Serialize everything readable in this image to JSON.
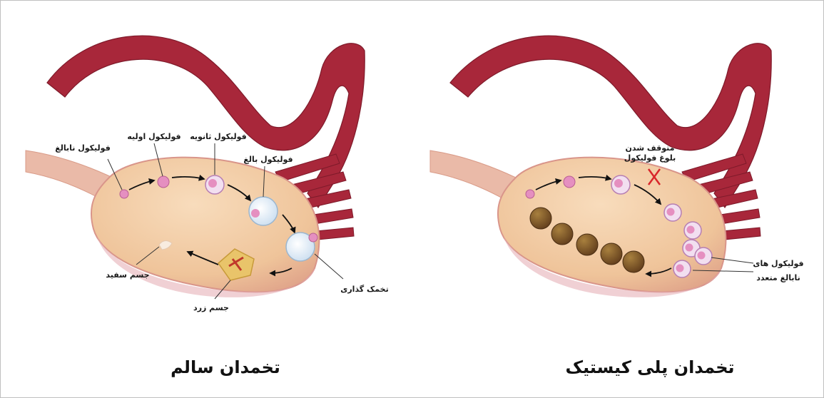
{
  "left_panel": {
    "title": "تخمدان سالم",
    "labels": {
      "immature": "فولیکول نابالغ",
      "primary": "فولیکول اولیه",
      "secondary": "فولیکول ثانویه",
      "mature": "فولیکول بالغ",
      "ovulation": "تخمک گذاری",
      "corpus_luteum": "جسم زرد",
      "corpus_albicans": "جسم سفید"
    }
  },
  "right_panel": {
    "title": "تخمدان پلی کیستیک",
    "labels": {
      "arrest_line1": "متوقف شدن",
      "arrest_line2": "بلوغ فولیکول",
      "multiple_line1": "فولیکول های",
      "multiple_line2": "نابالغ متعدد"
    }
  },
  "colors": {
    "ovary": "#f0c9a0",
    "ovary_edge": "#e3a9a0",
    "tube": "#a8273a",
    "ligament": "#eabaa8",
    "follicle": "#e58fc0",
    "cyst": "#7a5228"
  }
}
